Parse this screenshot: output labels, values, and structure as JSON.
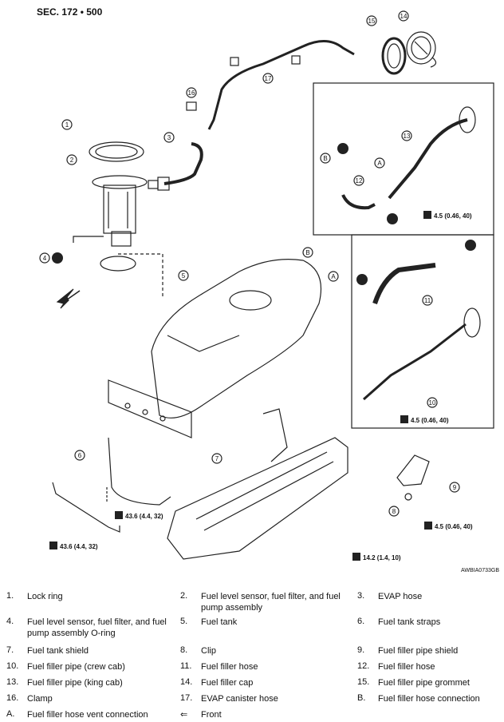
{
  "header": {
    "section": "SEC. 172 • 500"
  },
  "figure_code": "AWBIA0733GB",
  "callouts": [
    "1",
    "2",
    "3",
    "4",
    "5",
    "6",
    "7",
    "8",
    "9",
    "10",
    "11",
    "12",
    "13",
    "14",
    "15",
    "16",
    "17",
    "A",
    "B",
    "A",
    "B"
  ],
  "torques": [
    "4.5 (0.46, 40)",
    "4.5 (0.46, 40)",
    "4.5 (0.46, 40)",
    "43.6 (4.4, 32)",
    "43.6 (4.4, 32)",
    "14.2 (1.4, 10)"
  ],
  "legend": [
    [
      {
        "num": "1.",
        "text": "Lock ring"
      },
      {
        "num": "2.",
        "text": "Fuel level sensor, fuel filter, and fuel pump assembly"
      },
      {
        "num": "3.",
        "text": "EVAP hose"
      }
    ],
    [
      {
        "num": "4.",
        "text": "Fuel level sensor, fuel filter, and fuel pump assembly O-ring"
      },
      {
        "num": "5.",
        "text": "Fuel tank"
      },
      {
        "num": "6.",
        "text": "Fuel tank straps"
      }
    ],
    [
      {
        "num": "7.",
        "text": "Fuel tank shield"
      },
      {
        "num": "8.",
        "text": "Clip"
      },
      {
        "num": "9.",
        "text": "Fuel filler pipe shield"
      }
    ],
    [
      {
        "num": "10.",
        "text": "Fuel filler pipe (crew cab)"
      },
      {
        "num": "11.",
        "text": "Fuel filler hose"
      },
      {
        "num": "12.",
        "text": "Fuel filler hose"
      }
    ],
    [
      {
        "num": "13.",
        "text": "Fuel filler pipe (king cab)"
      },
      {
        "num": "14.",
        "text": "Fuel filler cap"
      },
      {
        "num": "15.",
        "text": "Fuel filler pipe grommet"
      }
    ],
    [
      {
        "num": "16.",
        "text": "Clamp"
      },
      {
        "num": "17.",
        "text": "EVAP canister hose"
      },
      {
        "num": "B.",
        "text": "Fuel filler hose connection"
      }
    ],
    [
      {
        "num": "A.",
        "text": "Fuel filler hose vent connection"
      },
      {
        "num": "⇐",
        "text": "Front"
      },
      {
        "num": "",
        "text": ""
      }
    ]
  ]
}
